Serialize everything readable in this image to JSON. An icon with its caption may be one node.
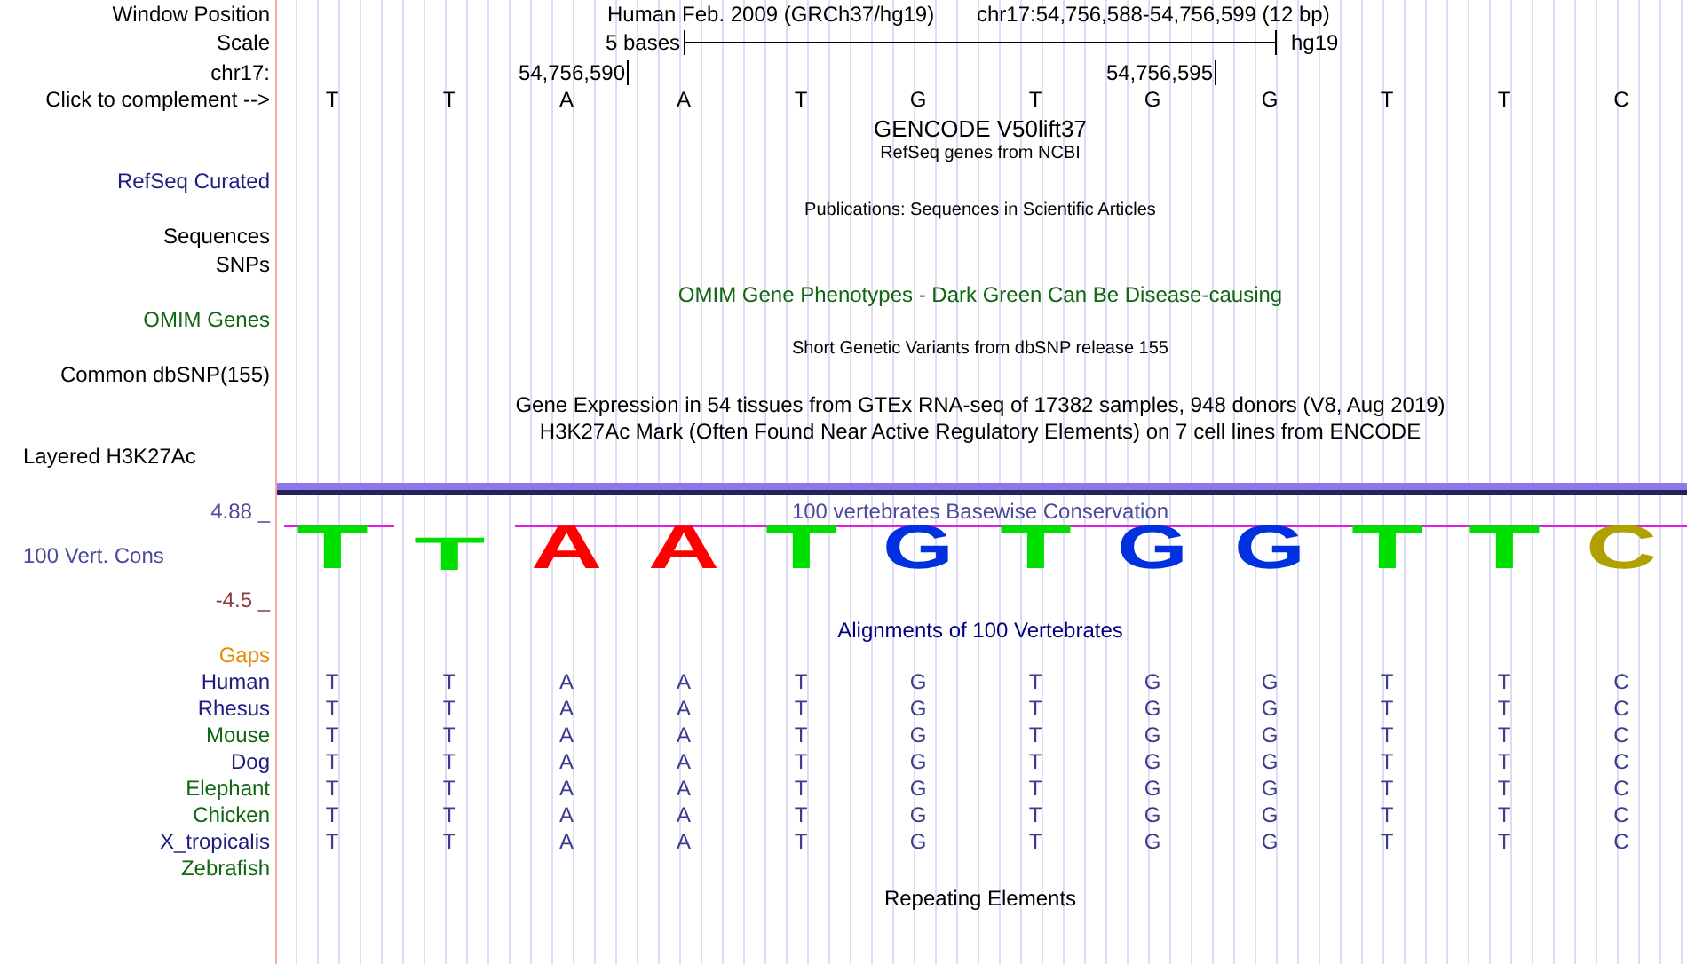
{
  "diagram": {
    "labels": [
      "Window Position",
      "Human Feb. 2009 (GRCh37/hg19)",
      "chr17:54,756,588-54,756,599 (12 bp)",
      "Scale",
      "5 bases",
      "hg19",
      "chr17:",
      "54,756,590",
      "54,756,595",
      "Click to complement -->",
      "T",
      "T",
      "A",
      "A",
      "T",
      "G",
      "T",
      "G",
      "G",
      "T",
      "T",
      "C",
      "GENCODE V50lift37",
      "RefSeq genes from NCBI",
      "RefSeq Curated",
      "Publications: Sequences in Scientific Articles",
      "Sequences",
      "SNPs",
      "OMIM Gene Phenotypes - Dark Green Can Be Disease-causing",
      "OMIM Genes",
      "Short Genetic Variants from dbSNP release 155",
      "Common dbSNP(155)",
      "Gene Expression in 54 tissues from GTEx RNA-seq of 17382 samples, 948 donors (V8, Aug 2019)",
      "H3K27Ac Mark (Often Found Near Active Regulatory Elements) on 7 cell lines from ENCODE",
      "Layered H3K27Ac",
      "4.88 _",
      "100 vertebrates Basewise Conservation",
      "T",
      "T",
      "A",
      "A",
      "T",
      "G",
      "T",
      "G",
      "G",
      "T",
      "T",
      "C",
      "100 Vert. Cons",
      "-4.5 _",
      "Alignments of 100 Vertebrates",
      "Gaps",
      "Human",
      "T",
      "T",
      "A",
      "A",
      "T",
      "G",
      "T",
      "G",
      "G",
      "T",
      "T",
      "C",
      "Rhesus",
      "T",
      "T",
      "A",
      "A",
      "T",
      "G",
      "T",
      "G",
      "G",
      "T",
      "T",
      "C",
      "Mouse",
      "T",
      "T",
      "A",
      "A",
      "T",
      "G",
      "T",
      "G",
      "G",
      "T",
      "T",
      "C",
      "Dog",
      "T",
      "T",
      "A",
      "A",
      "T",
      "G",
      "T",
      "G",
      "G",
      "T",
      "T",
      "C",
      "Elephant",
      "T",
      "T",
      "A",
      "A",
      "T",
      "G",
      "T",
      "G",
      "G",
      "T",
      "T",
      "C",
      "Chicken",
      "T",
      "T",
      "A",
      "A",
      "T",
      "G",
      "T",
      "G",
      "G",
      "T",
      "T",
      "C",
      "X_tropicalis",
      "T",
      "T",
      "A",
      "A",
      "T",
      "G",
      "T",
      "G",
      "G",
      "T",
      "T",
      "C",
      "Zebrafish",
      "Repeating Elements"
    ]
  }
}
